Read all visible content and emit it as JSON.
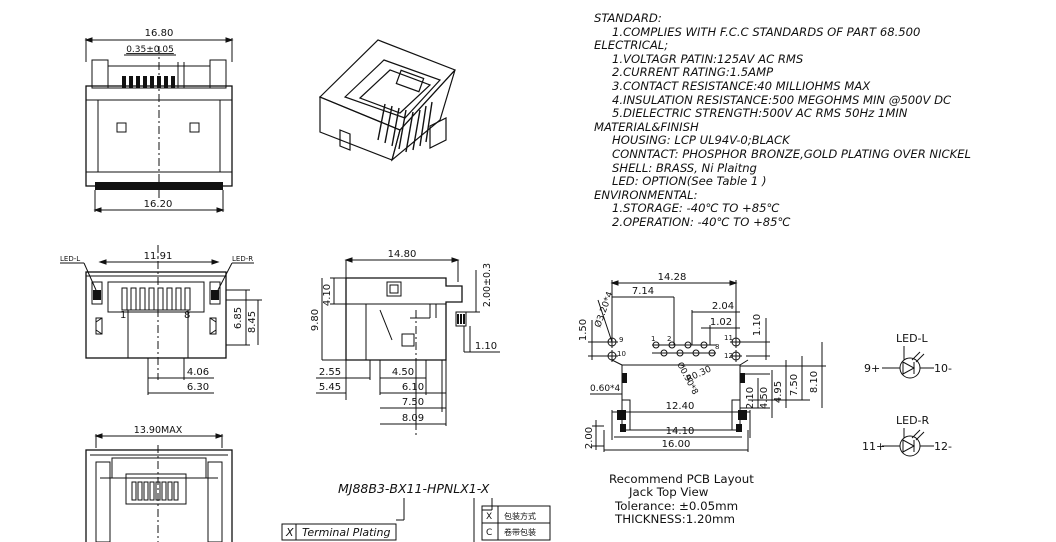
{
  "specifications": {
    "standard_heading": "STANDARD:",
    "standard_items": [
      "1.COMPLIES WITH F.C.C STANDARDS OF PART 68.500"
    ],
    "electrical_heading": "ELECTRICAL;",
    "electrical_items": [
      "1.VOLTAGR PATIN:125AV AC RMS",
      "2.CURRENT RATING:1.5AMP",
      "3.CONTACT RESISTANCE:40 MILLIOHMS MAX",
      "4.INSULATION RESISTANCE:500 MEGOHMS MIN @500V DC",
      "5.DIELECTRIC STRENGTH:500V AC RMS 50Hz 1MIN"
    ],
    "material_heading": "MATERIAL&FINISH",
    "material_items": [
      "HOUSING: LCP UL94V-0;BLACK",
      "CONNTACT: PHOSPHOR BRONZE,GOLD PLATING OVER NICKEL",
      "SHELL: BRASS, Ni Plaitng",
      "LED: OPTION(See Table 1 )"
    ],
    "environmental_heading": "ENVIRONMENTAL:",
    "environmental_items": [
      "1.STORAGE: -40℃ TO +85℃",
      "2.OPERATION: -40℃ TO +85℃"
    ]
  },
  "top_view": {
    "dim_width": "16.80",
    "dim_pitch": "0.35±0.05",
    "dim_bottom": "16.20"
  },
  "front_view": {
    "led_left": "LED-L",
    "led_right": "LED-R",
    "dim_width": "11.91",
    "pin_first": "1",
    "pin_last": "8",
    "dim_685": "6.85",
    "dim_845": "8.45",
    "dim_406": "4.06",
    "dim_630": "6.30"
  },
  "side_view": {
    "dim_1480": "14.80",
    "dim_410": "4.10",
    "dim_200": "2.00±0.3",
    "dim_980": "9.80",
    "dim_110": "1.10",
    "dim_255": "2.55",
    "dim_450": "4.50",
    "dim_545": "5.45",
    "dim_610": "6.10",
    "dim_750": "7.50",
    "dim_809": "8.09"
  },
  "bottom_front_view": {
    "dim_width": "13.90MAX"
  },
  "part_number": {
    "code": "MJ88B3-BX11-HPNLX1-X",
    "option_table": [
      {
        "code": "X",
        "label": "Terminal Plating"
      }
    ],
    "packing_table": [
      {
        "code": "X",
        "label": "包装方式"
      },
      {
        "code": "C",
        "label": "卷带包装"
      }
    ]
  },
  "pcb_layout": {
    "dim_1428": "14.28",
    "dim_714": "7.14",
    "dim_204": "2.04",
    "dim_102": "1.02",
    "dim_150": "1.50",
    "dim_110": "1.10",
    "dim_hole_large": "Ø3.20*4",
    "dim_hole_pin": "Ø0.90*8",
    "dim_r030": "R0.30",
    "dim_060": "0.60*4",
    "dim_210": "2.10",
    "dim_450": "4.50",
    "dim_495": "4.95",
    "dim_750": "7.50",
    "dim_810": "8.10",
    "dim_1240": "12.40",
    "dim_1410": "14.10",
    "dim_1600": "16.00",
    "dim_200": "2.00",
    "pin_labels": [
      "1",
      "2",
      "8",
      "9",
      "10",
      "11",
      "12"
    ]
  },
  "led_diagram": {
    "led_l_label": "LED-L",
    "led_l_left": "9+",
    "led_l_right": "10-",
    "led_r_label": "LED-R",
    "led_r_left": "11+",
    "led_r_right": "12-"
  },
  "notes": {
    "line1": "Recommend PCB Layout",
    "line2": "Jack Top View",
    "line3": "Tolerance: ±0.05mm",
    "line4": "THICKNESS:1.20mm"
  }
}
